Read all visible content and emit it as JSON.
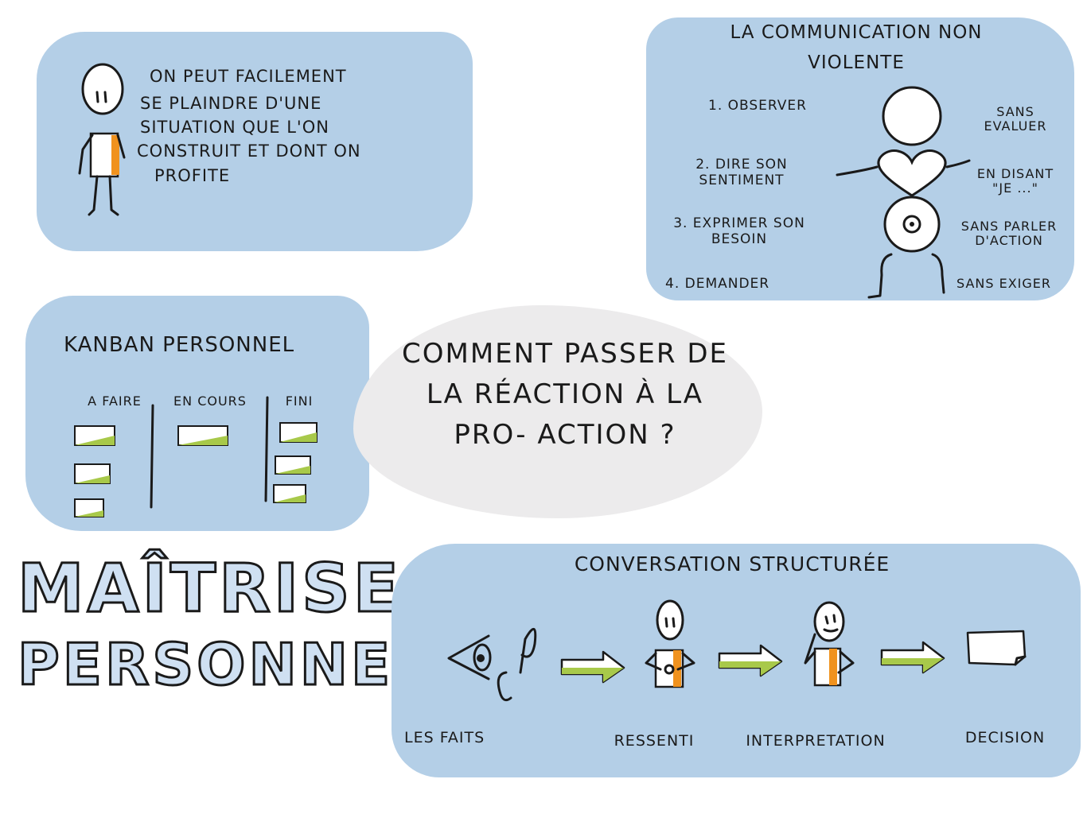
{
  "colors": {
    "blob_blue": "#b4cfe7",
    "speech_grey": "#ecebec",
    "accent_orange": "#f0921e",
    "accent_green": "#a8c94a",
    "ink": "#1a1a1a"
  },
  "complaint": {
    "lines": [
      "ON PEUT FACILEMENT",
      "SE PLAINDRE D'UNE",
      "SITUATION QUE L'ON",
      "CONSTRUIT ET DONT ON",
      "PROFITE"
    ],
    "icon": "stick-figure-icon"
  },
  "cnv": {
    "title_lines": [
      "LA COMMUNICATION NON",
      "VIOLENTE"
    ],
    "steps": [
      "1. OBSERVER",
      "2. DIRE SON SENTIMENT",
      "3. EXPRIMER SON BESOIN",
      "4. DEMANDER"
    ],
    "qualifiers": [
      "SANS EVALUER",
      "EN DISANT \"JE ...\"",
      "SANS PARLER D'ACTION",
      "SANS EXIGER"
    ],
    "icon": "heart-body-figure-icon"
  },
  "kanban": {
    "title": "KANBAN PERSONNEL",
    "columns": [
      {
        "label": "A FAIRE",
        "cards": 3
      },
      {
        "label": "EN COURS",
        "cards": 1
      },
      {
        "label": "FINI",
        "cards": 3
      }
    ]
  },
  "question": {
    "lines": [
      "COMMENT PASSER DE",
      "LA RÉACTION À LA",
      "PRO- ACTION ?"
    ]
  },
  "main_title": {
    "line1": "MAÎTRISE",
    "line2": "PERSONNELLE"
  },
  "conversation": {
    "title": "CONVERSATION STRUCTURÉE",
    "steps": [
      "LES FAITS",
      "RESSENTI",
      "INTERPRETATION",
      "DECISION"
    ],
    "icons": [
      "eye-ear-icon",
      "arrow-right-icon",
      "feeling-figure-icon",
      "thinking-figure-icon",
      "decision-paper-icon"
    ]
  }
}
